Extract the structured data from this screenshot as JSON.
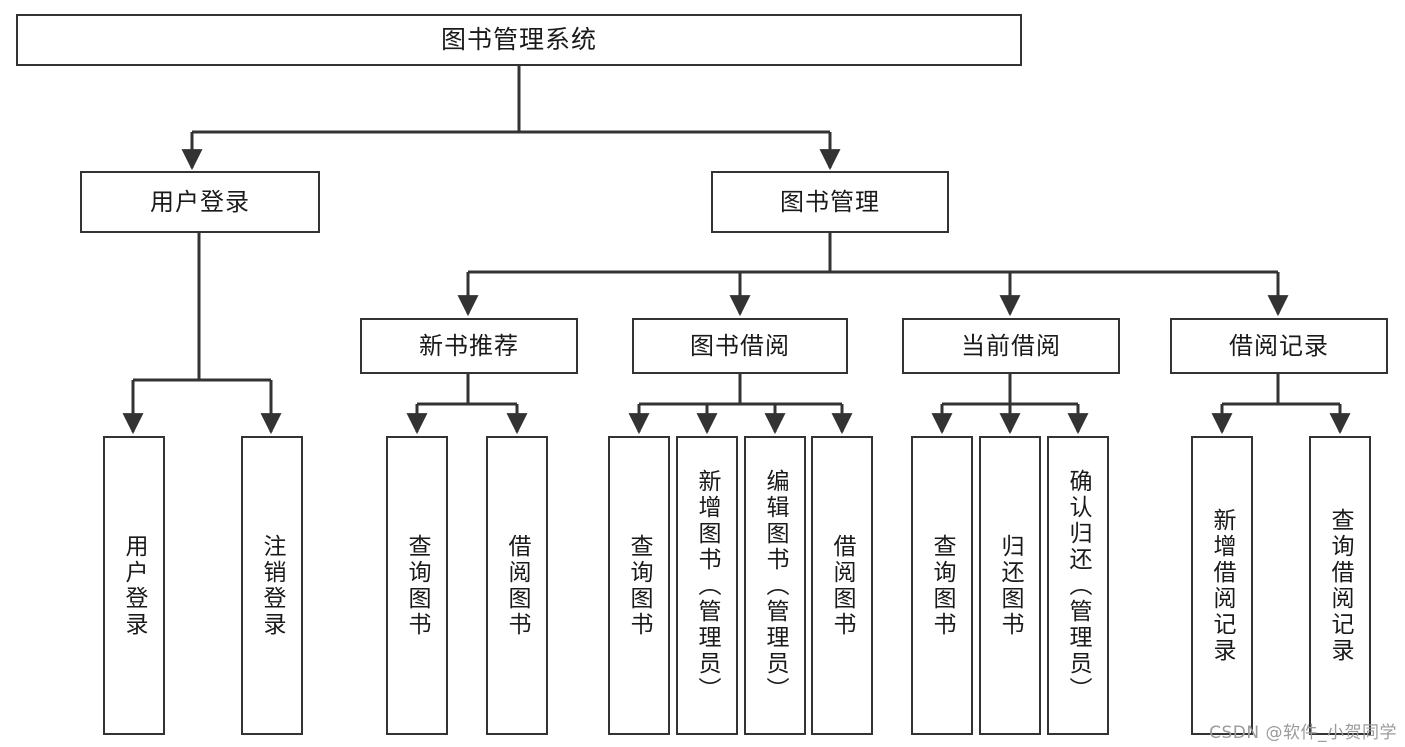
{
  "diagram": {
    "type": "tree-hierarchy",
    "title": "图书管理系统",
    "watermark": "CSDN @软件_小贺同学",
    "colors": {
      "box_border": "#333333",
      "box_fill": "#ffffff",
      "edge": "#333333",
      "text": "#1a1a1a",
      "watermark": "#9b9b9b"
    },
    "levels": {
      "root": "图书管理系统",
      "level2": [
        "用户登录",
        "图书管理"
      ],
      "level3": [
        "新书推荐",
        "图书借阅",
        "当前借阅",
        "借阅记录"
      ]
    },
    "nodes": {
      "root": {
        "label": "图书管理系统"
      },
      "user_login": {
        "label": "用户登录"
      },
      "book_manage": {
        "label": "图书管理"
      },
      "new_book_rec": {
        "label": "新书推荐"
      },
      "book_borrow": {
        "label": "图书借阅"
      },
      "current_borrow": {
        "label": "当前借阅"
      },
      "borrow_record": {
        "label": "借阅记录"
      },
      "leaf_user_login": {
        "label": "用户登录"
      },
      "leaf_user_logout": {
        "label": "注销登录"
      },
      "leaf_rec_query": {
        "label": "查询图书"
      },
      "leaf_rec_borrow": {
        "label": "借阅图书"
      },
      "leaf_borrow_query": {
        "label": "查询图书"
      },
      "leaf_borrow_add": {
        "label": "新增图书（管理员）"
      },
      "leaf_borrow_edit": {
        "label": "编辑图书（管理员）"
      },
      "leaf_borrow_do": {
        "label": "借阅图书"
      },
      "leaf_cur_query": {
        "label": "查询图书"
      },
      "leaf_cur_return": {
        "label": "归还图书"
      },
      "leaf_cur_confirm": {
        "label": "确认归还（管理员）"
      },
      "leaf_rec_add": {
        "label": "新增借阅记录"
      },
      "leaf_rec_search": {
        "label": "查询借阅记录"
      }
    },
    "edges": [
      {
        "from": "图书管理系统",
        "to": "用户登录"
      },
      {
        "from": "图书管理系统",
        "to": "图书管理"
      },
      {
        "from": "用户登录",
        "to": "用户登录"
      },
      {
        "from": "用户登录",
        "to": "注销登录"
      },
      {
        "from": "图书管理",
        "to": "新书推荐"
      },
      {
        "from": "图书管理",
        "to": "图书借阅"
      },
      {
        "from": "图书管理",
        "to": "当前借阅"
      },
      {
        "from": "图书管理",
        "to": "借阅记录"
      },
      {
        "from": "新书推荐",
        "to": "查询图书"
      },
      {
        "from": "新书推荐",
        "to": "借阅图书"
      },
      {
        "from": "图书借阅",
        "to": "查询图书"
      },
      {
        "from": "图书借阅",
        "to": "新增图书（管理员）"
      },
      {
        "from": "图书借阅",
        "to": "编辑图书（管理员）"
      },
      {
        "from": "图书借阅",
        "to": "借阅图书"
      },
      {
        "from": "当前借阅",
        "to": "查询图书"
      },
      {
        "from": "当前借阅",
        "to": "归还图书"
      },
      {
        "from": "当前借阅",
        "to": "确认归还（管理员）"
      },
      {
        "from": "借阅记录",
        "to": "新增借阅记录"
      },
      {
        "from": "借阅记录",
        "to": "查询借阅记录"
      }
    ]
  }
}
